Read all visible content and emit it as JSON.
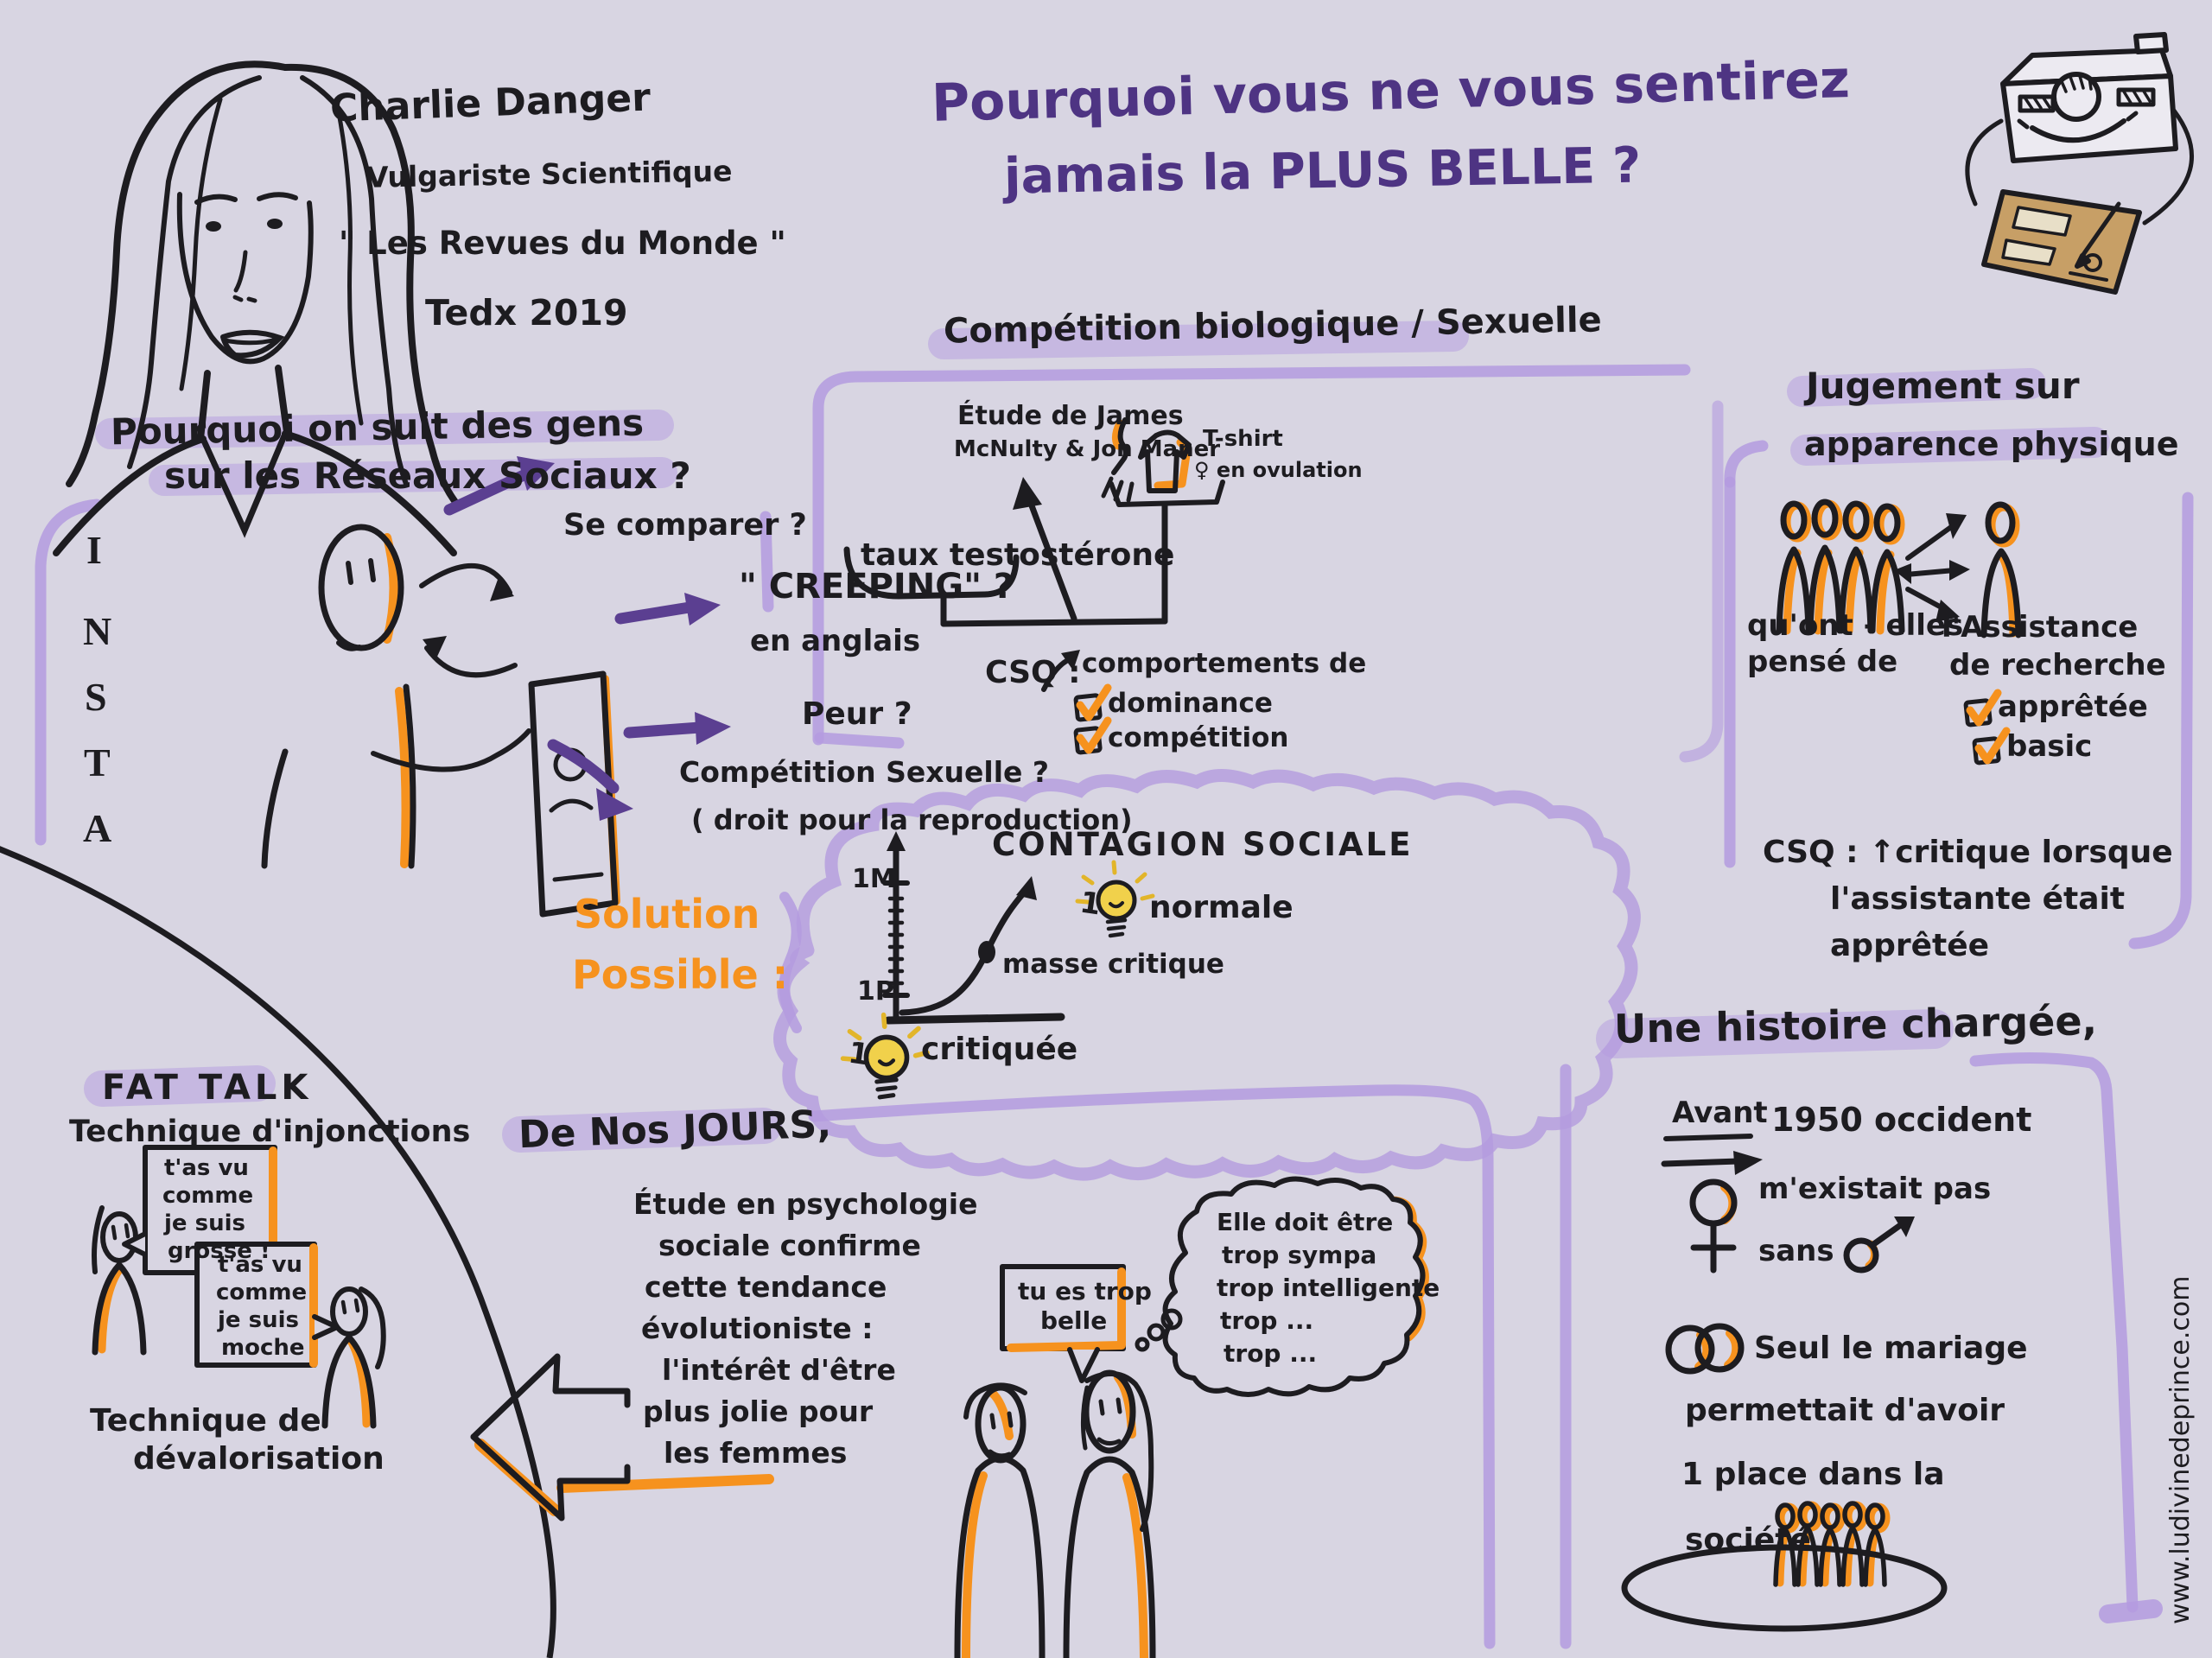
{
  "site": "www.ludivinedeprince.com",
  "title": {
    "line1": "Pourquoi vous ne vous sentirez",
    "line2": "jamais la PLUS BELLE ?"
  },
  "speaker": {
    "name": "Charlie Danger",
    "role": "Vulgariste Scientifique",
    "channel": "\" Les Revues du Monde \"",
    "event": "Tedx 2019"
  },
  "insta": {
    "title1": "Pourquoi on suit des gens",
    "title2": "sur les Réseaux Sociaux ?",
    "letters": [
      "I",
      "N",
      "S",
      "T",
      "A"
    ],
    "reason1": "Se comparer ?",
    "reason2": "\" CREEPING\" ?",
    "reason2b": "en anglais",
    "reason3": "Peur ?",
    "reason4": "Compétition Sexuelle ?",
    "reason4b": "( droit pour la reproduction)"
  },
  "bio": {
    "title": "Compétition biologique / Sexuelle",
    "etude1": "Étude de James",
    "etude2": "McNulty & Jon Maner",
    "tshirt1": "T-shirt",
    "tshirt2": "♀ en ovulation",
    "taux": "taux testostérone",
    "csq": "CSQ :",
    "comportements": "comportements de",
    "item1": "dominance",
    "item2": "compétition"
  },
  "jugement": {
    "title1": "Jugement sur",
    "title2": "apparence physique",
    "left1": "qu'ont - elles",
    "left2": "pensé de",
    "right1": "l'Assistance",
    "right2": "de recherche",
    "check1": "apprêtée",
    "check2": "basic",
    "csq1": "CSQ : ↑critique lorsque",
    "csq2": "l'assistante était",
    "csq3": "apprêtée"
  },
  "solution": {
    "line1": "Solution",
    "line2": "Possible :"
  },
  "contagion": {
    "title": "CONTAGION SOCIALE",
    "ytop": "1M",
    "ybottom": "1P",
    "masse": "masse critique",
    "n1": "1",
    "normale": "normale",
    "c1": "1",
    "critiquee": "critiquée"
  },
  "fattalk": {
    "title": "FAT TALK",
    "subtitle": "Technique d'injonctions",
    "b1l1": "t'as vu",
    "b1l2": "comme",
    "b1l3": "je suis",
    "b1l4": "grosse !",
    "b2l1": "t'as vu",
    "b2l2": "comme",
    "b2l3": "je suis",
    "b2l4": "moche",
    "foot1": "Technique de",
    "foot2": "dévalorisation"
  },
  "nosjours": {
    "title": "De Nos JOURS,",
    "l1": "Étude en psychologie",
    "l2": "sociale confirme",
    "l3": "cette tendance",
    "l4": "évolutioniste :",
    "l5": "l'intérêt d'être",
    "l6": "plus jolie pour",
    "l7": "les femmes",
    "bubble1": "tu es trop",
    "bubble2": "belle",
    "t1": "Elle doit être",
    "t2": "trop sympa",
    "t3": "trop intelligente",
    "t4": "trop ...",
    "t5": "trop ..."
  },
  "histoire": {
    "title": "Une histoire chargée,",
    "avant": "Avant",
    "date": "1950 occident",
    "e1": "m'existait pas",
    "e2": "sans",
    "m1": "Seul le mariage",
    "m2": "permettait d'avoir",
    "m3": "1 place dans la",
    "m4": "société"
  },
  "colors": {
    "background": "#d8d5e2",
    "ink": "#1d1c20",
    "purple_ink": "#4e3483",
    "crayon": "#b49bdf",
    "orange": "#f6921e",
    "bulb_yellow": "#f1d14b"
  }
}
